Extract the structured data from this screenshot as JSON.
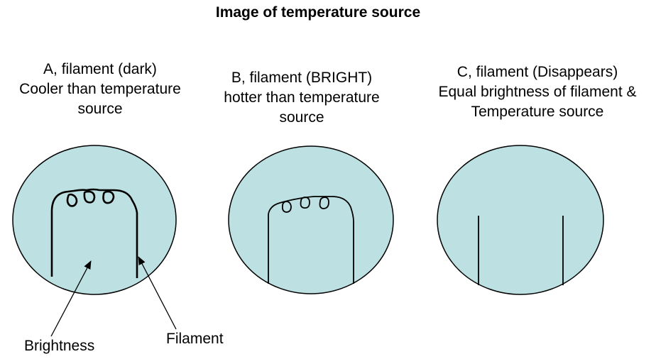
{
  "title": "Image of temperature source",
  "panels": [
    {
      "id": "a",
      "caption_lines": [
        "A, filament (dark)",
        "Cooler than temperature",
        "source"
      ]
    },
    {
      "id": "b",
      "caption_lines": [
        "B, filament (BRIGHT)",
        "hotter than temperature",
        "source"
      ]
    },
    {
      "id": "c",
      "caption_lines": [
        "C, filament (Disappears)",
        "Equal brightness of filament &",
        "Temperature source"
      ]
    }
  ],
  "labels": {
    "brightness": "Brightness",
    "filament": "Filament"
  },
  "colors": {
    "disc_fill": "#bde0e2",
    "outline": "#000000"
  }
}
